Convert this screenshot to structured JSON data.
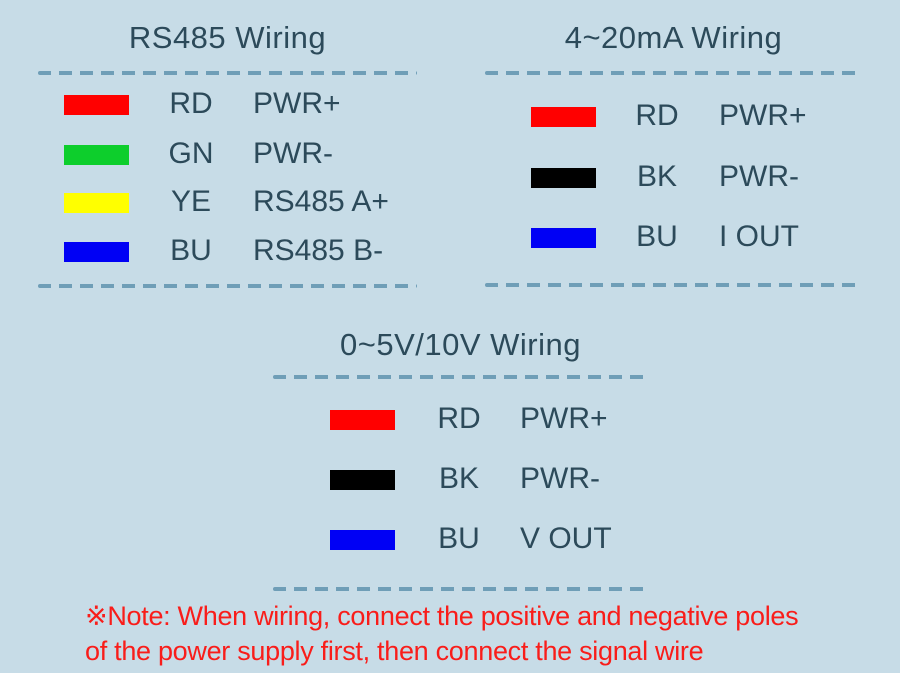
{
  "page": {
    "background_color": "#c7dce7",
    "text_color": "#2c4a5a",
    "dash_color": "#6f9eb7",
    "note_color": "#f91d1a"
  },
  "sections": [
    {
      "title": "RS485 Wiring",
      "rows": [
        {
          "color_name": "red",
          "hex": "#ff0000",
          "abbr": "RD",
          "signal": "PWR+"
        },
        {
          "color_name": "green",
          "hex": "#0dce2c",
          "abbr": "GN",
          "signal": "PWR-"
        },
        {
          "color_name": "yellow",
          "hex": "#ffff00",
          "abbr": "YE",
          "signal": "RS485 A+"
        },
        {
          "color_name": "blue",
          "hex": "#0000f5",
          "abbr": "BU",
          "signal": "RS485 B-"
        }
      ]
    },
    {
      "title": "4~20mA Wiring",
      "rows": [
        {
          "color_name": "red",
          "hex": "#ff0000",
          "abbr": "RD",
          "signal": "PWR+"
        },
        {
          "color_name": "black",
          "hex": "#000000",
          "abbr": "BK",
          "signal": "PWR-"
        },
        {
          "color_name": "blue",
          "hex": "#0000f5",
          "abbr": "BU",
          "signal": "I OUT"
        }
      ]
    },
    {
      "title": "0~5V/10V Wiring",
      "rows": [
        {
          "color_name": "red",
          "hex": "#ff0000",
          "abbr": "RD",
          "signal": "PWR+"
        },
        {
          "color_name": "black",
          "hex": "#000000",
          "abbr": "BK",
          "signal": "PWR-"
        },
        {
          "color_name": "blue",
          "hex": "#0000f5",
          "abbr": "BU",
          "signal": "V OUT"
        }
      ]
    }
  ],
  "note": {
    "line1": "※Note: When wiring, connect the positive and negative poles",
    "line2": "of the power supply first, then connect the signal wire"
  }
}
